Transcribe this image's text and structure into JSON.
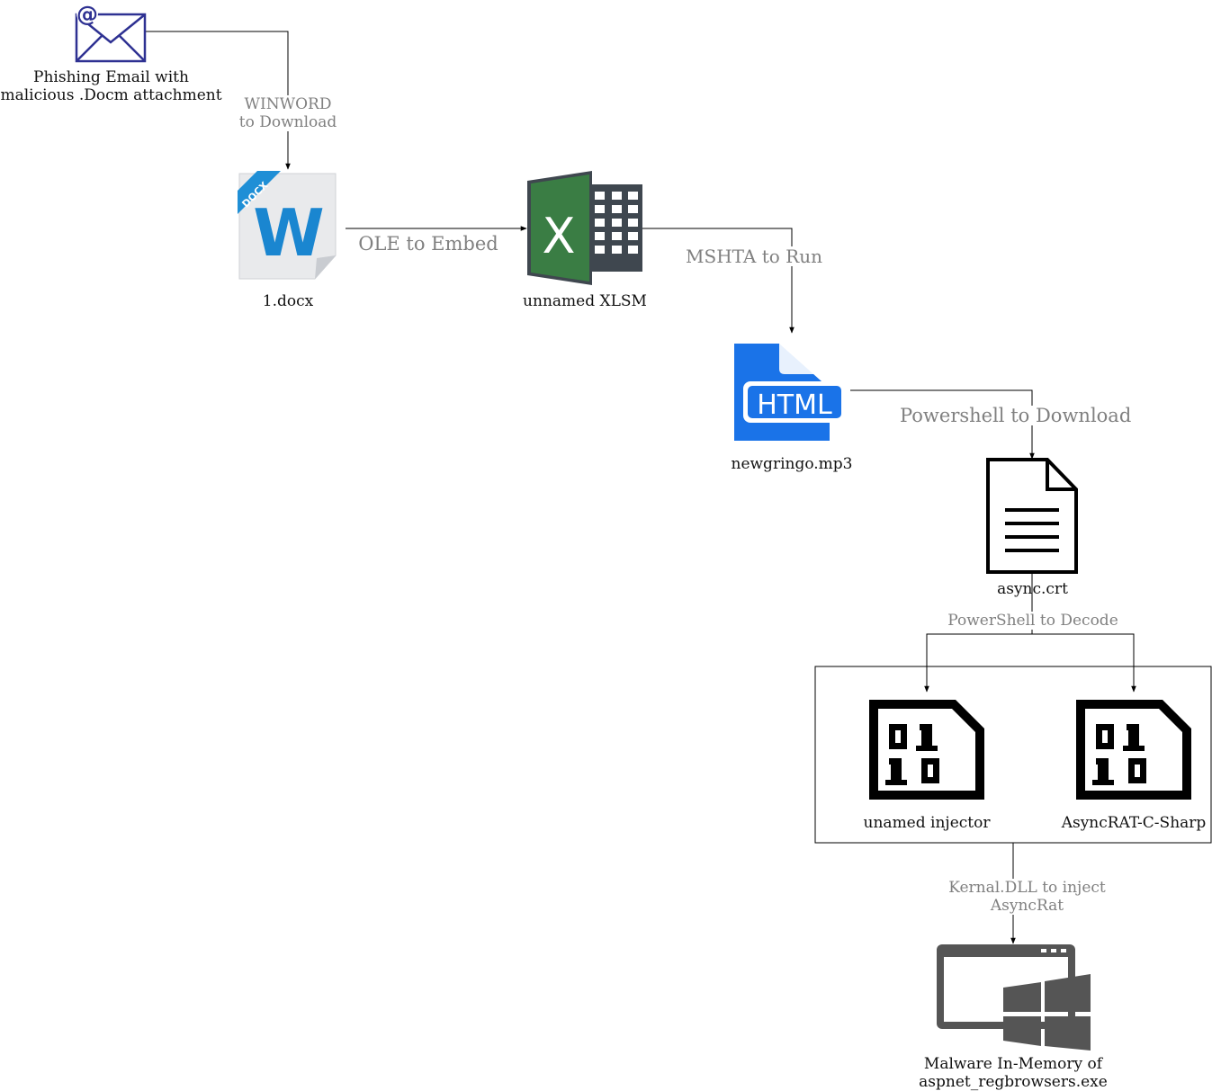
{
  "nodes": {
    "email": {
      "label_line1": "Phishing Email with",
      "label_line2": "malicious .Docm attachment"
    },
    "docx": {
      "label": "1.docx",
      "badge": "DOCX",
      "letter": "W"
    },
    "xlsm": {
      "label": "unnamed XLSM",
      "letter": "X"
    },
    "html": {
      "label": "newgringo.mp3",
      "badge": "HTML"
    },
    "crt": {
      "label": "async.crt"
    },
    "injector": {
      "label": "unamed injector"
    },
    "asyncrat": {
      "label": "AsyncRAT-C-Sharp"
    },
    "malware": {
      "label_line1": "Malware In-Memory of",
      "label_line2": "aspnet_regbrowsers.exe"
    }
  },
  "edges": {
    "winword": {
      "line1": "WINWORD",
      "line2": "to Download"
    },
    "ole": {
      "label": "OLE to Embed"
    },
    "mshta": {
      "label": "MSHTA to Run"
    },
    "powershell_download": {
      "label": "Powershell to Download"
    },
    "powershell_decode": {
      "label": "PowerShell to Decode"
    },
    "kernal": {
      "line1": "Kernal.DLL to inject",
      "line2": "AsyncRat"
    }
  },
  "colors": {
    "email_icon": "#2e3192",
    "word_blue": "#1f8fd6",
    "excel_green": "#3a7d44",
    "excel_gray": "#3f474f",
    "html_blue": "#1a73e8",
    "windows_gray": "#555555",
    "edge_label": "#808080"
  }
}
